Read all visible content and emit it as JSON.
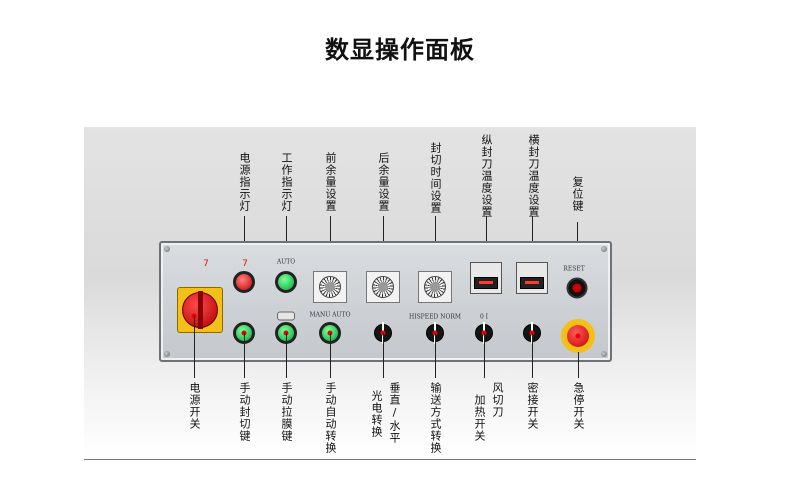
{
  "title": "数显操作面板",
  "top_labels": {
    "power_indicator": "电源指示灯",
    "work_indicator": "工作指示灯",
    "front_margin": "前余量设置",
    "rear_margin": "后余量设置",
    "seal_time": "封切时间设置",
    "vertical_knife_temp": "纵封刀温度设置",
    "horizontal_knife_temp": "横封刀温度设置",
    "reset": "复位键"
  },
  "bottom_labels": {
    "power_switch": "电源开关",
    "manual_seal": "手动封切键",
    "manual_film": "手动拉膜键",
    "manual_auto": "手动自动转换",
    "photo_switch_a": "光电转换",
    "photo_switch_b": "垂直/水平",
    "conveyor_mode": "输送方式转换",
    "heat_switch_a": "加热开关",
    "heat_switch_b": "风切刀",
    "seal_switch": "密接开关",
    "emergency_stop": "急停开关"
  },
  "panel_text": {
    "auto": "AUTO",
    "manu_auto": "MANU AUTO",
    "hispeed_norm": "HISPEED  NORM",
    "zero_one": "0   I",
    "reset": "RESET",
    "mark_a": "7",
    "mark_b": "7"
  },
  "colors": {
    "lamp_red": "#c00000",
    "lamp_green": "#00a83a",
    "switch_yellow": "#f3c017",
    "leader_dot": "#e00000"
  }
}
